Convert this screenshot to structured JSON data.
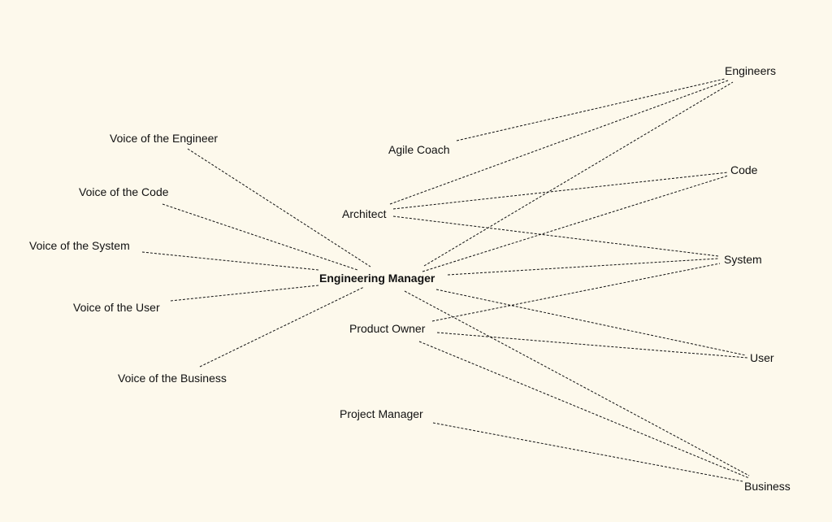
{
  "diagram": {
    "center": {
      "id": "em",
      "label": "Engineering Manager"
    },
    "left_nodes": [
      {
        "id": "v_eng",
        "label": "Voice of the Engineer"
      },
      {
        "id": "v_code",
        "label": "Voice of the Code"
      },
      {
        "id": "v_sys",
        "label": "Voice of the System"
      },
      {
        "id": "v_user",
        "label": "Voice of the User"
      },
      {
        "id": "v_bus",
        "label": "Voice of the Business"
      }
    ],
    "middle_nodes": [
      {
        "id": "agile",
        "label": "Agile Coach"
      },
      {
        "id": "arch",
        "label": "Architect"
      },
      {
        "id": "po",
        "label": "Product Owner"
      },
      {
        "id": "pm",
        "label": "Project Manager"
      }
    ],
    "right_nodes": [
      {
        "id": "engineers",
        "label": "Engineers"
      },
      {
        "id": "code",
        "label": "Code"
      },
      {
        "id": "system",
        "label": "System"
      },
      {
        "id": "user",
        "label": "User"
      },
      {
        "id": "business",
        "label": "Business"
      }
    ],
    "edges": [
      [
        "v_eng",
        "em"
      ],
      [
        "v_code",
        "em"
      ],
      [
        "v_sys",
        "em"
      ],
      [
        "v_user",
        "em"
      ],
      [
        "v_bus",
        "em"
      ],
      [
        "em",
        "engineers"
      ],
      [
        "em",
        "code"
      ],
      [
        "em",
        "system"
      ],
      [
        "em",
        "user"
      ],
      [
        "em",
        "business"
      ],
      [
        "agile",
        "engineers"
      ],
      [
        "arch",
        "engineers"
      ],
      [
        "arch",
        "code"
      ],
      [
        "arch",
        "system"
      ],
      [
        "po",
        "system"
      ],
      [
        "po",
        "user"
      ],
      [
        "po",
        "business"
      ],
      [
        "pm",
        "business"
      ]
    ],
    "line_style": "dashed",
    "colors": {
      "background": "#fdf9ec",
      "line": "#111111",
      "text": "#111111"
    }
  }
}
